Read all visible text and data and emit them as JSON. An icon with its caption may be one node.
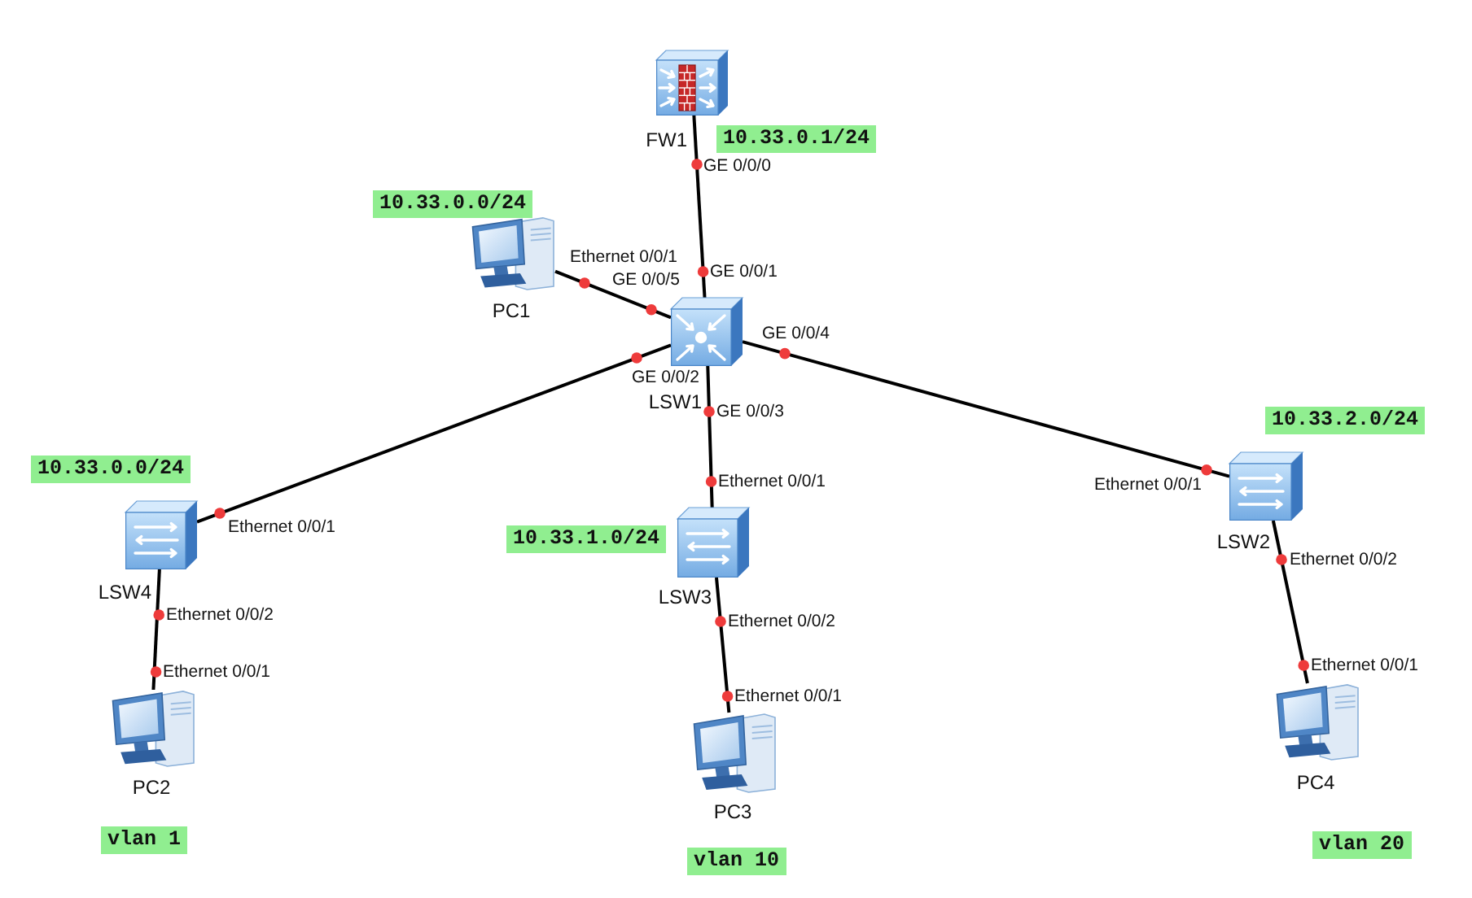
{
  "diagram": {
    "nodes": [
      {
        "text": [
          "FW1"
        ],
        "beside": [
          "10.33.0.1/24"
        ]
      },
      {
        "text": [
          "PC1"
        ],
        "beside": [
          "10.33.0.0/24"
        ]
      },
      {
        "text": [
          "LSW1"
        ]
      },
      {
        "text": [
          "LSW4"
        ],
        "beside": [
          "10.33.0.0/24"
        ]
      },
      {
        "text": [
          "LSW3"
        ],
        "beside": [
          "10.33.1.0/24"
        ]
      },
      {
        "text": [
          "LSW2"
        ],
        "beside": [
          "10.33.2.0/24"
        ]
      },
      {
        "text": [
          "PC2"
        ],
        "beside": [
          "vlan 1"
        ]
      },
      {
        "text": [
          "PC3"
        ],
        "beside": [
          "vlan 10"
        ]
      },
      {
        "text": [
          "PC4"
        ],
        "beside": [
          "vlan 20"
        ]
      }
    ],
    "edges": [
      {
        "from": 0,
        "to": 2,
        "arrow": "none"
      },
      {
        "from": 1,
        "to": 2,
        "arrow": "none"
      },
      {
        "from": 2,
        "to": 3,
        "arrow": "none"
      },
      {
        "from": 2,
        "to": 4,
        "arrow": "none"
      },
      {
        "from": 2,
        "to": 5,
        "arrow": "none"
      },
      {
        "from": 3,
        "to": 6,
        "arrow": "none"
      },
      {
        "from": 4,
        "to": 7,
        "arrow": "none"
      },
      {
        "from": 5,
        "to": 8,
        "arrow": "none"
      }
    ],
    "labels": [
      "GE 0/0/0",
      "GE 0/0/1",
      "Ethernet 0/0/1",
      "GE 0/0/5",
      "GE 0/0/4",
      "GE 0/0/2",
      "GE 0/0/3",
      "Ethernet 0/0/1",
      "Ethernet 0/0/1",
      "Ethernet 0/0/1",
      "Ethernet 0/0/2",
      "Ethernet 0/0/2",
      "Ethernet 0/0/2",
      "Ethernet 0/0/1",
      "Ethernet 0/0/1",
      "Ethernet 0/0/1"
    ]
  }
}
